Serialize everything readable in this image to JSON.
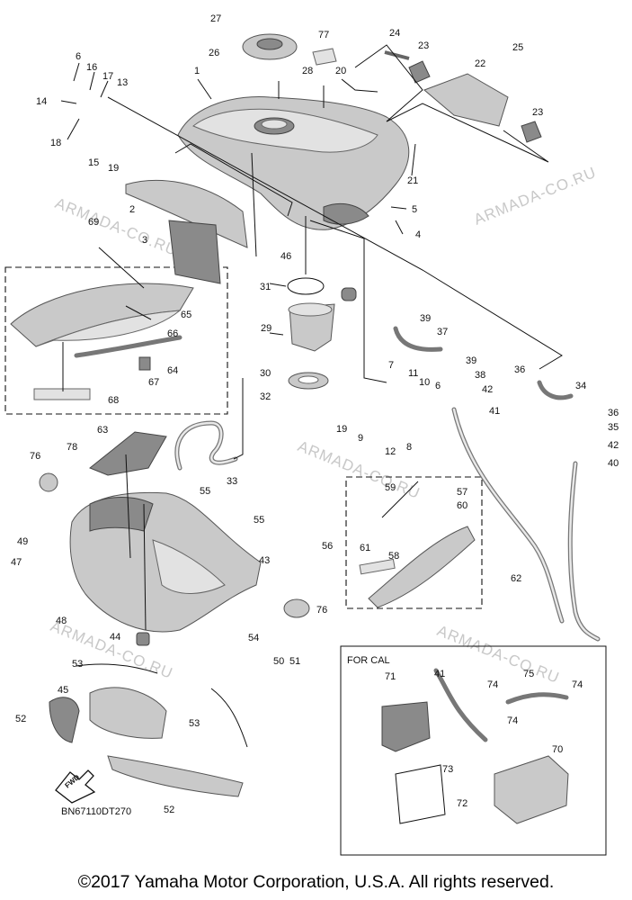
{
  "watermark": "ARMADA-CO.RU",
  "part_numbers": [
    "1",
    "2",
    "3",
    "4",
    "5",
    "6",
    "7",
    "8",
    "9",
    "10",
    "11",
    "12",
    "13",
    "14",
    "15",
    "16",
    "17",
    "18",
    "19",
    "20",
    "21",
    "22",
    "23",
    "24",
    "25",
    "26",
    "27",
    "28",
    "29",
    "30",
    "31",
    "32",
    "33",
    "34",
    "35",
    "36",
    "37",
    "38",
    "39",
    "40",
    "41",
    "42",
    "43",
    "44",
    "45",
    "46",
    "47",
    "48",
    "49",
    "50",
    "51",
    "52",
    "53",
    "54",
    "55",
    "56",
    "57",
    "58",
    "59",
    "60",
    "61",
    "62",
    "63",
    "64",
    "65",
    "66",
    "67",
    "68",
    "69",
    "70",
    "71",
    "72",
    "73",
    "74",
    "75",
    "76",
    "77",
    "78"
  ],
  "cal_box_label": "FOR CAL",
  "fwd_label": "FWD",
  "diagram_code": "BN67110DT270",
  "copyright": "©2017 Yamaha Motor Corporation, U.S.A. All rights reserved."
}
